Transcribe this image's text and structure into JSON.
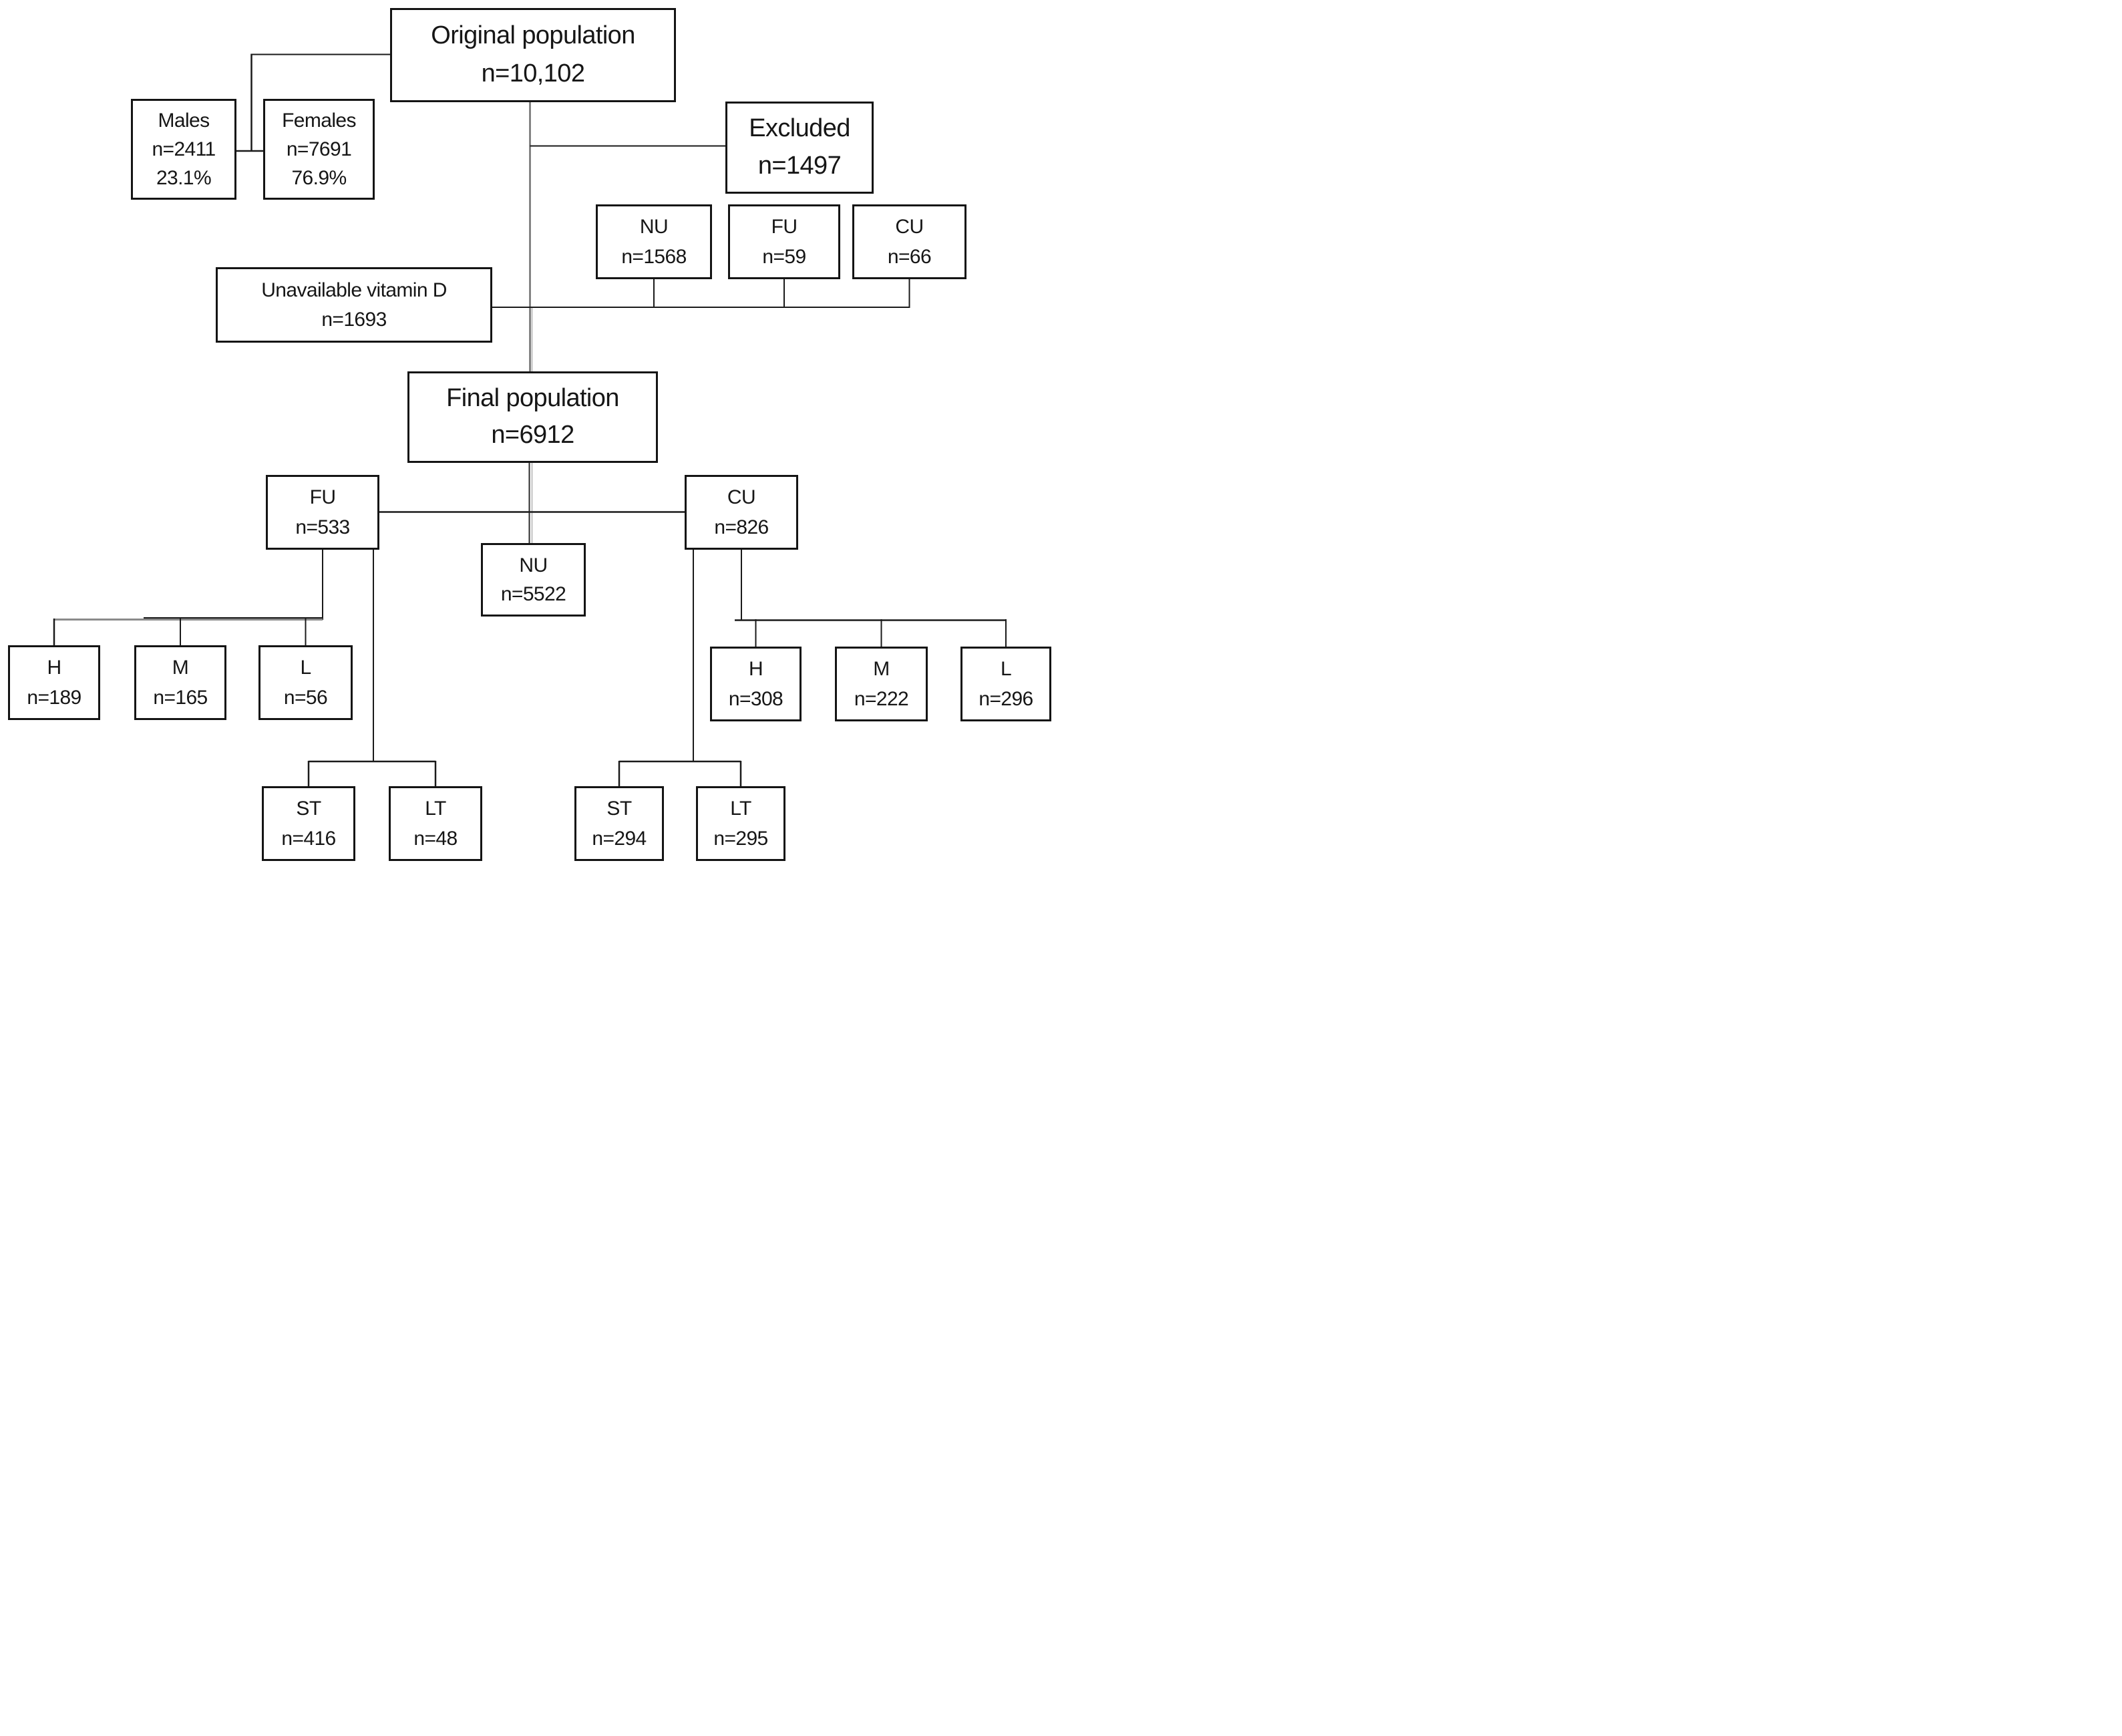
{
  "figure": {
    "background_color": "#ffffff",
    "box_border_color": "#141414",
    "connector_color": "#1a1a1a",
    "spine_gray_color": "#6f6f6f",
    "rail_gray_color": "#8a8a8a"
  },
  "boxes": [
    {
      "id": "original-population",
      "lines": [
        "Original population",
        "n=10,102"
      ]
    },
    {
      "id": "males",
      "lines": [
        "Males",
        "n=2411",
        "23.1%"
      ]
    },
    {
      "id": "females",
      "lines": [
        "Females",
        "n=7691",
        "76.9%"
      ]
    },
    {
      "id": "excluded",
      "lines": [
        "Excluded",
        "n=1497"
      ]
    },
    {
      "id": "excluded-nu",
      "lines": [
        "NU",
        "n=1568"
      ]
    },
    {
      "id": "excluded-fu",
      "lines": [
        "FU",
        "n=59"
      ]
    },
    {
      "id": "excluded-cu",
      "lines": [
        "CU",
        "n=66"
      ]
    },
    {
      "id": "unavailable-vitamin-d",
      "lines": [
        "Unavailable vitamin D",
        "n=1693"
      ]
    },
    {
      "id": "final-population",
      "lines": [
        "Final population",
        "n=6912"
      ]
    },
    {
      "id": "fu",
      "lines": [
        "FU",
        "n=533"
      ]
    },
    {
      "id": "cu",
      "lines": [
        "CU",
        "n=826"
      ]
    },
    {
      "id": "nu",
      "lines": [
        "NU",
        "n=5522"
      ]
    },
    {
      "id": "fu-h",
      "lines": [
        "H",
        "n=189"
      ]
    },
    {
      "id": "fu-m",
      "lines": [
        "M",
        "n=165"
      ]
    },
    {
      "id": "fu-l",
      "lines": [
        "L",
        "n=56"
      ]
    },
    {
      "id": "cu-h",
      "lines": [
        "H",
        "n=308"
      ]
    },
    {
      "id": "cu-m",
      "lines": [
        "M",
        "n=222"
      ]
    },
    {
      "id": "cu-l",
      "lines": [
        "L",
        "n=296"
      ]
    },
    {
      "id": "fu-st",
      "lines": [
        "ST",
        "n=416"
      ]
    },
    {
      "id": "fu-lt",
      "lines": [
        "LT",
        "n=48"
      ]
    },
    {
      "id": "cu-st",
      "lines": [
        "ST",
        "n=294"
      ]
    },
    {
      "id": "cu-lt",
      "lines": [
        "LT",
        "n=295"
      ]
    }
  ]
}
